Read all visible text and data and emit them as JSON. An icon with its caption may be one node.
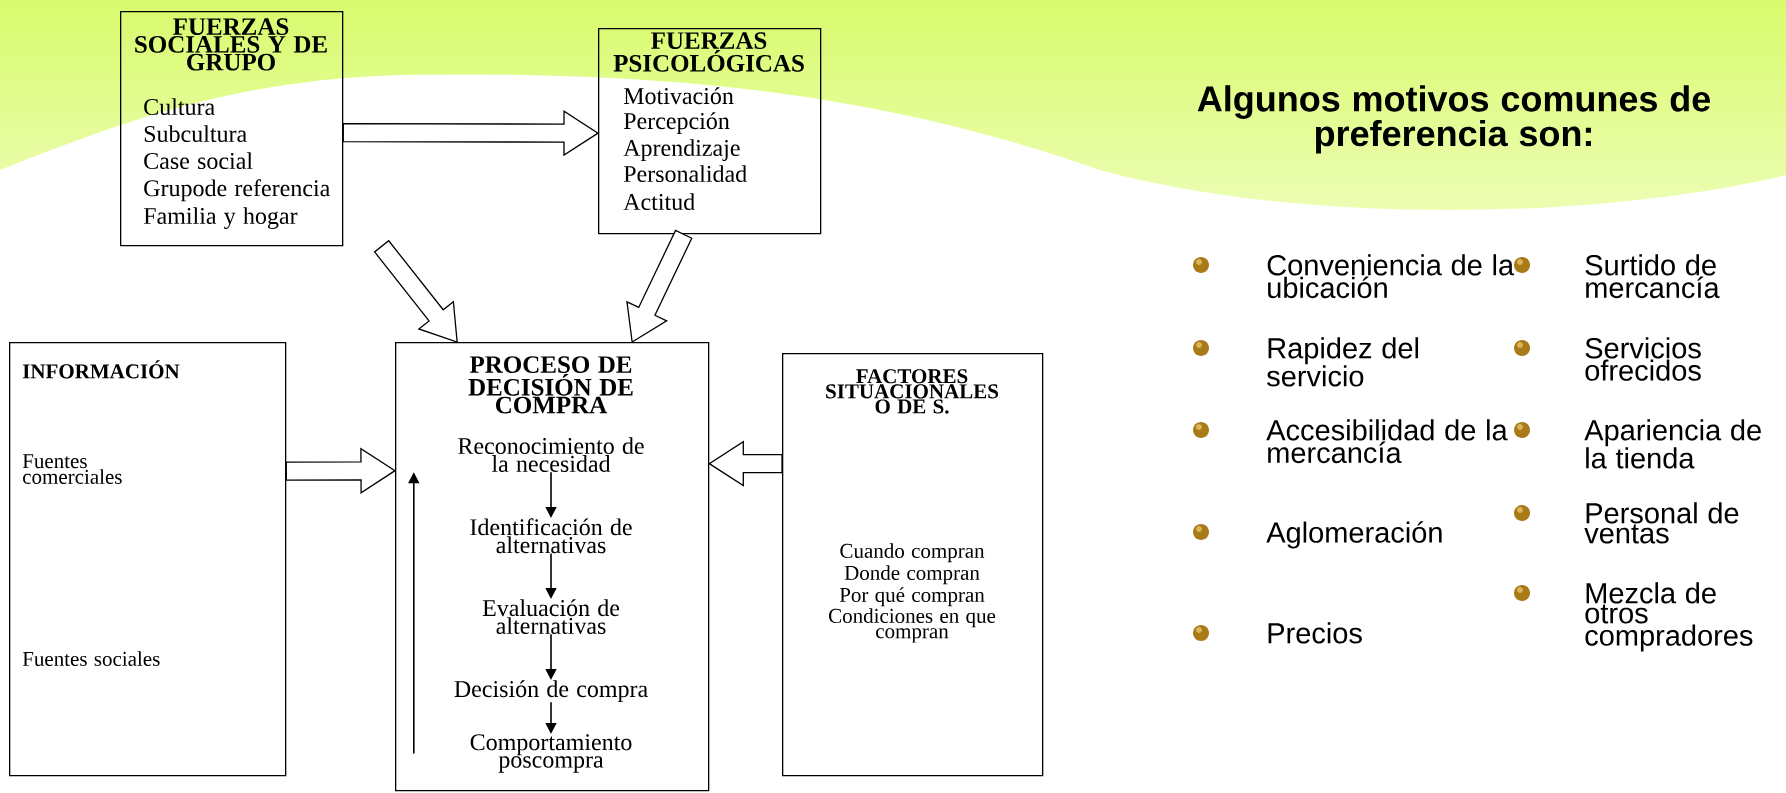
{
  "diagram": {
    "title": "Algunos motivos comunes de preferencia son:",
    "nodes": [
      {
        "text": [
          "FUERZAS SOCIALES Y DE GRUPO",
          "Cultura",
          "Subcultura",
          "Case social",
          "Grupode referencia",
          "Familia y hogar"
        ]
      },
      {
        "text": [
          "FUERZAS PSICOLÓGICAS",
          "Motivación",
          "Percepción",
          "Aprendizaje",
          "Personalidad",
          "Actitud"
        ]
      },
      {
        "text": [
          "INFORMACIÓN",
          "Fuentes comerciales",
          "Fuentes sociales"
        ]
      },
      {
        "text": [
          "PROCESO DE DECISIÓN DE COMPRA"
        ]
      },
      {
        "text": [
          "Reconocimiento de la necesidad"
        ],
        "in": 3
      },
      {
        "text": [
          "Identificación de alternativas"
        ],
        "in": 3
      },
      {
        "text": [
          "Evaluación de alternativas"
        ],
        "in": 3
      },
      {
        "text": [
          "Decisión de compra"
        ],
        "in": 3
      },
      {
        "text": [
          "Comportamiento poscompra"
        ],
        "in": 3
      },
      {
        "text": [
          "FACTORES SITUACIONALES O DE S.",
          "Cuando compran",
          "Donde compran",
          "Por qué compran",
          "Condiciones en que compran"
        ]
      }
    ],
    "edges": [
      {
        "from": 0,
        "to": 1,
        "arrow": "to",
        "style": "thick"
      },
      {
        "from": 0,
        "to": 3,
        "arrow": "to",
        "style": "thick"
      },
      {
        "from": 1,
        "to": 3,
        "arrow": "to",
        "style": "thick"
      },
      {
        "from": 2,
        "to": 3,
        "arrow": "to",
        "style": "thick"
      },
      {
        "from": 9,
        "to": 3,
        "arrow": "to",
        "style": "thick"
      },
      {
        "from": 4,
        "to": 5,
        "arrow": "to"
      },
      {
        "from": 5,
        "to": 6,
        "arrow": "to"
      },
      {
        "from": 6,
        "to": 7,
        "arrow": "to"
      },
      {
        "from": 7,
        "to": 8,
        "arrow": "to"
      },
      {
        "from": 8,
        "to": 4,
        "arrow": "to"
      }
    ],
    "labels": [
      "Conveniencia de la ubicación",
      "Rapidez del servicio",
      "Accesibilidad de la mercancía",
      "Aglomeración",
      "Precios",
      "Surtido de mercancía",
      "Servicios ofrecidos",
      "Apariencia de la tienda",
      "Personal de ventas",
      "Mezcla de otros compradores"
    ]
  }
}
